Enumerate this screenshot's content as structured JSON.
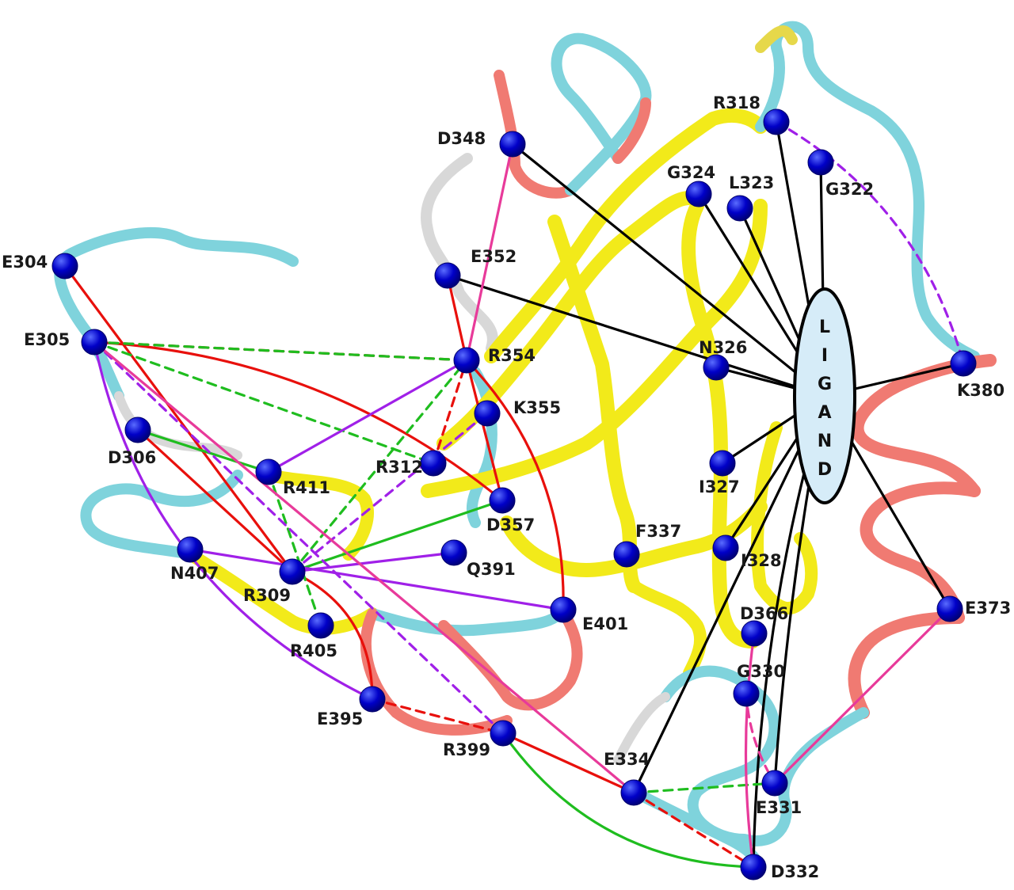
{
  "ligand": {
    "letters": [
      "L",
      "I",
      "G",
      "A",
      "N",
      "D"
    ],
    "fill": "#d6ecf8",
    "stroke": "#000000"
  },
  "residue_labels": {
    "E304": "E304",
    "E305": "E305",
    "D306": "D306",
    "R309": "R309",
    "R312": "R312",
    "R318": "R318",
    "G322": "G322",
    "L323": "L323",
    "G324": "G324",
    "N326": "N326",
    "I327": "I327",
    "I328": "I328",
    "G330": "G330",
    "E331": "E331",
    "D332": "D332",
    "E334": "E334",
    "F337": "F337",
    "D348": "D348",
    "E352": "E352",
    "R354": "R354",
    "K355": "K355",
    "D357": "D357",
    "D366": "D366",
    "E373": "E373",
    "K380": "K380",
    "Q391": "Q391",
    "E395": "E395",
    "R399": "R399",
    "E401": "E401",
    "R405": "R405",
    "N407": "N407",
    "R411": "R411"
  },
  "colors": {
    "node": "#0000c8",
    "ribbon_cyan": "#7fd3dc",
    "ribbon_yellow": "#f2ea1a",
    "ribbon_red": "#f07a72",
    "ribbon_white": "#d8d8d8",
    "edge_black": "#000000",
    "edge_red": "#e8100c",
    "edge_green": "#1fbd1f",
    "edge_purple": "#a020e8",
    "edge_pink": "#e83a9a"
  },
  "interactions": {
    "ligand_contacts": [
      "D348",
      "E352",
      "G324",
      "L323",
      "R318",
      "G322",
      "N326",
      "I327",
      "I328",
      "K380",
      "E373",
      "E334",
      "E331",
      "D332"
    ],
    "red_solid": [
      [
        "E304",
        "R309"
      ],
      [
        "E305",
        "D357"
      ],
      [
        "D306",
        "R309"
      ],
      [
        "R354",
        "D357"
      ],
      [
        "E352",
        "R354"
      ],
      [
        "R354",
        "E401"
      ],
      [
        "R309",
        "E395"
      ],
      [
        "R399",
        "E334"
      ]
    ],
    "red_dashed": [
      [
        "E305",
        "R354"
      ],
      [
        "R312",
        "R354"
      ],
      [
        "E395",
        "R399"
      ],
      [
        "E334",
        "D332"
      ]
    ],
    "green_solid": [
      [
        "D306",
        "R411"
      ],
      [
        "R309",
        "D357"
      ],
      [
        "R399",
        "D332"
      ]
    ],
    "green_dashed": [
      [
        "E305",
        "R312"
      ],
      [
        "E305",
        "R354"
      ],
      [
        "R309",
        "R354"
      ],
      [
        "R411",
        "R405"
      ],
      [
        "E334",
        "E331"
      ]
    ],
    "purple_solid": [
      [
        "R411",
        "R354"
      ],
      [
        "N407",
        "E401"
      ],
      [
        "R309",
        "Q391"
      ],
      [
        "E305",
        "E395"
      ]
    ],
    "purple_dashed": [
      [
        "E305",
        "R399"
      ],
      [
        "R309",
        "K355"
      ],
      [
        "R318",
        "K380"
      ]
    ],
    "pink_solid": [
      [
        "D348",
        "R354"
      ],
      [
        "E305",
        "E334"
      ],
      [
        "E373",
        "E331"
      ],
      [
        "D366",
        "D332"
      ]
    ],
    "pink_dashed": [
      [
        "G330",
        "E331"
      ]
    ]
  }
}
